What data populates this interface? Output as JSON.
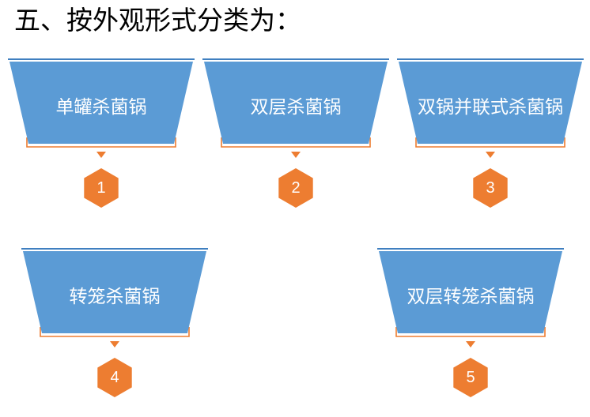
{
  "title": "五、按外观形式分类为：",
  "colors": {
    "trapezoid_fill": "#5b9bd5",
    "trapezoid_edge": "#3f7fc0",
    "bracket": "#ed7d31",
    "hexagon": "#ed7d31",
    "label_text": "#ffffff"
  },
  "items": [
    {
      "number": "1",
      "label": "单罐杀菌锅"
    },
    {
      "number": "2",
      "label": "双层杀菌锅"
    },
    {
      "number": "3",
      "label": "双锅并联式杀菌锅"
    },
    {
      "number": "4",
      "label": "转笼杀菌锅"
    },
    {
      "number": "5",
      "label": "双层转笼杀菌锅"
    }
  ]
}
